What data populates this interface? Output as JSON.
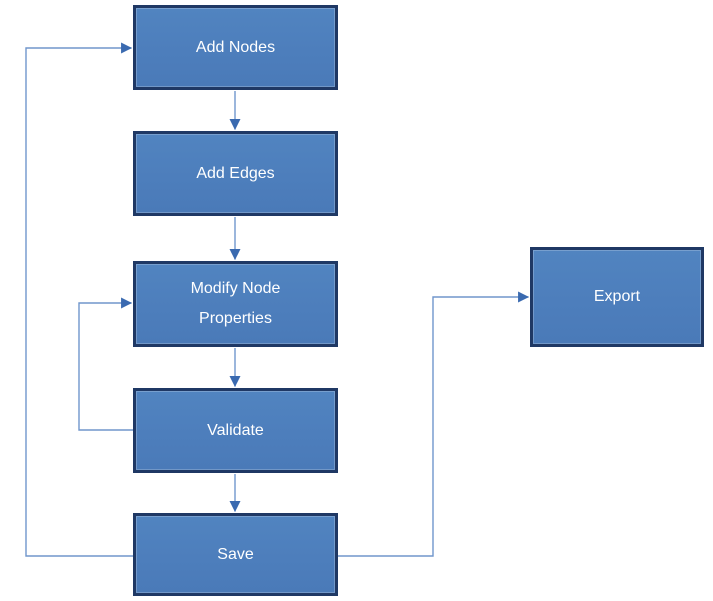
{
  "diagram": {
    "type": "flowchart",
    "background": "#ffffff",
    "nodes": [
      {
        "id": "add-nodes",
        "label": "Add Nodes"
      },
      {
        "id": "add-edges",
        "label": "Add Edges"
      },
      {
        "id": "modify-node-properties",
        "label": "Modify Node Properties"
      },
      {
        "id": "validate",
        "label": "Validate"
      },
      {
        "id": "save",
        "label": "Save"
      },
      {
        "id": "export",
        "label": "Export"
      }
    ],
    "edges": [
      {
        "from": "add-nodes",
        "to": "add-edges",
        "route": "straight-down"
      },
      {
        "from": "add-edges",
        "to": "modify-node-properties",
        "route": "straight-down"
      },
      {
        "from": "modify-node-properties",
        "to": "validate",
        "route": "straight-down"
      },
      {
        "from": "validate",
        "to": "save",
        "route": "straight-down"
      },
      {
        "from": "validate",
        "to": "modify-node-properties",
        "route": "loop-left"
      },
      {
        "from": "save",
        "to": "add-nodes",
        "route": "loop-far-left"
      },
      {
        "from": "save",
        "to": "export",
        "route": "right-then-up"
      }
    ],
    "colors": {
      "node_fill": "#4d7ebc",
      "node_border": "#1f3864",
      "connector_line": "#7096cc",
      "arrowhead": "#3a6ab0",
      "label_text": "#ffffff"
    }
  }
}
